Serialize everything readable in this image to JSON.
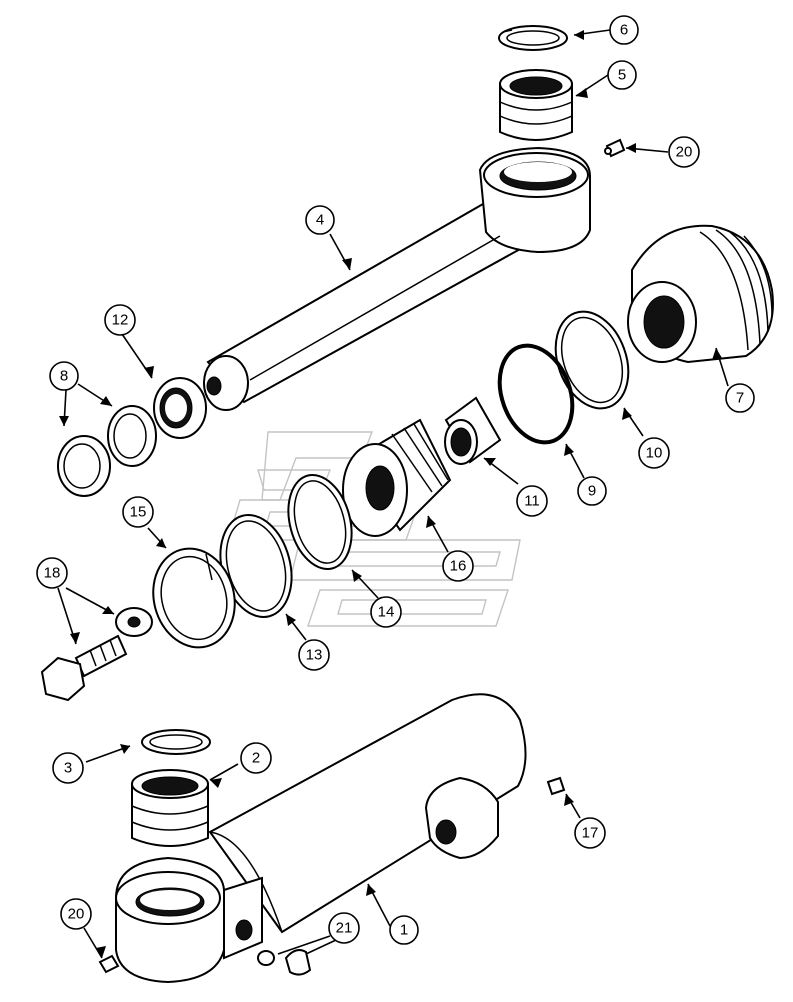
{
  "diagram": {
    "callouts": [
      {
        "id": "c1",
        "label": "1"
      },
      {
        "id": "c2",
        "label": "2"
      },
      {
        "id": "c3",
        "label": "3"
      },
      {
        "id": "c4",
        "label": "4"
      },
      {
        "id": "c5",
        "label": "5"
      },
      {
        "id": "c6",
        "label": "6"
      },
      {
        "id": "c7",
        "label": "7"
      },
      {
        "id": "c8",
        "label": "8"
      },
      {
        "id": "c9",
        "label": "9"
      },
      {
        "id": "c10",
        "label": "10"
      },
      {
        "id": "c11",
        "label": "11"
      },
      {
        "id": "c12",
        "label": "12"
      },
      {
        "id": "c13",
        "label": "13"
      },
      {
        "id": "c14",
        "label": "14"
      },
      {
        "id": "c15",
        "label": "15"
      },
      {
        "id": "c16",
        "label": "16"
      },
      {
        "id": "c17",
        "label": "17"
      },
      {
        "id": "c18",
        "label": "18"
      },
      {
        "id": "c20a",
        "label": "20"
      },
      {
        "id": "c20b",
        "label": "20"
      },
      {
        "id": "c21",
        "label": "21"
      }
    ]
  }
}
